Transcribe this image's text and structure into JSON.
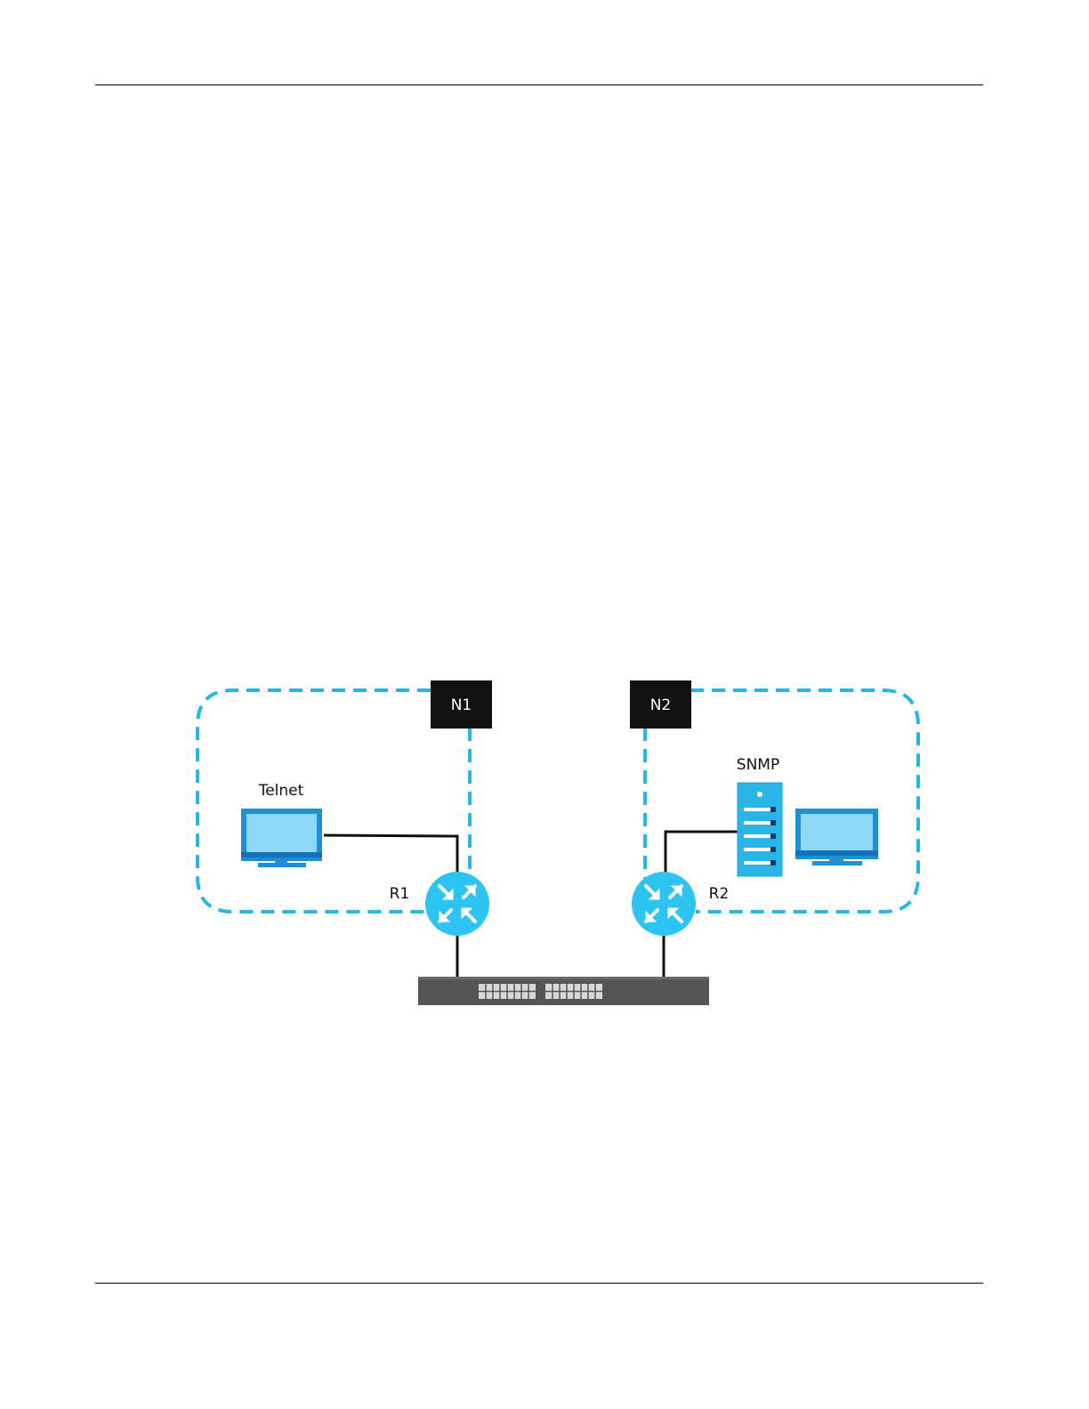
{
  "networks": [
    {
      "id": "n1",
      "label": "N1"
    },
    {
      "id": "n2",
      "label": "N2"
    }
  ],
  "routers": [
    {
      "id": "r1",
      "label": "R1"
    },
    {
      "id": "r2",
      "label": "R2"
    }
  ],
  "hosts": {
    "telnet_label": "Telnet",
    "snmp_label": "SNMP"
  },
  "colors": {
    "accent": "#29b6e6",
    "router": "#2ec4f1",
    "monitor": "#1f8fd6",
    "screen": "#8fd8f5",
    "switch": "#555555",
    "tag_box": "#111111"
  },
  "icons": {
    "router": "router-icon",
    "monitor": "monitor-icon",
    "server": "server-icon",
    "switch": "switch-icon"
  }
}
